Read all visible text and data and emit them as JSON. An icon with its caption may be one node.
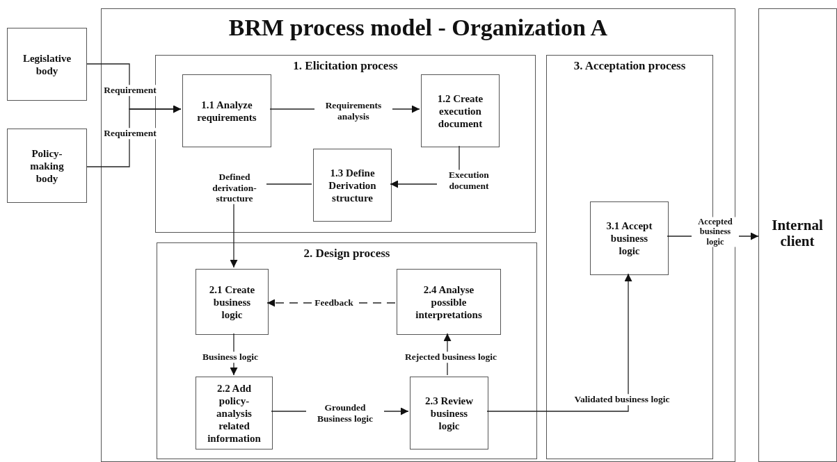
{
  "diagram": {
    "nodes": [
      {
        "text": [
          "Legislative body"
        ]
      },
      {
        "text": [
          "Policy-making body"
        ]
      },
      {
        "text": [
          "BRM process model - Organization A"
        ]
      },
      {
        "text": [
          "1. Elicitation process"
        ],
        "in": 2
      },
      {
        "text": [
          "1.1 Analyze requirements"
        ],
        "in": 3
      },
      {
        "text": [
          "1.2 Create execution document"
        ],
        "in": 3
      },
      {
        "text": [
          "1.3 Define Derivation structure"
        ],
        "in": 3
      },
      {
        "text": [
          "2. Design process"
        ],
        "in": 2
      },
      {
        "text": [
          "2.1 Create business logic"
        ],
        "in": 7
      },
      {
        "text": [
          "2.4 Analyse possible interpretations"
        ],
        "in": 7
      },
      {
        "text": [
          "2.2 Add policy-analysis related information"
        ],
        "in": 7
      },
      {
        "text": [
          "2.3 Review business logic"
        ],
        "in": 7
      },
      {
        "text": [
          "3. Acceptation process"
        ],
        "in": 2
      },
      {
        "text": [
          "3.1 Accept business logic"
        ],
        "in": 12
      },
      {
        "text": [
          "Internal client"
        ]
      }
    ],
    "edges": [
      {
        "from": 0,
        "to": 4,
        "arrow": "to",
        "label": "Requirement"
      },
      {
        "from": 1,
        "to": 4,
        "arrow": "to",
        "label": "Requirement"
      },
      {
        "from": 4,
        "to": 5,
        "arrow": "to",
        "label": "Requirements analysis"
      },
      {
        "from": 5,
        "to": 6,
        "arrow": "to",
        "label": "Execution document"
      },
      {
        "from": 6,
        "to": 8,
        "arrow": "to",
        "label": "Defined derivation-structure"
      },
      {
        "from": 9,
        "to": 8,
        "arrow": "to",
        "label": "Feedback",
        "style": "dashed"
      },
      {
        "from": 8,
        "to": 10,
        "arrow": "to",
        "label": "Business logic"
      },
      {
        "from": 10,
        "to": 11,
        "arrow": "to",
        "label": "Grounded Business logic"
      },
      {
        "from": 11,
        "to": 9,
        "arrow": "to",
        "label": "Rejected business logic"
      },
      {
        "from": 11,
        "to": 13,
        "arrow": "to",
        "label": "Validated business logic"
      },
      {
        "from": 13,
        "to": 14,
        "arrow": "to",
        "label": "Accepted business logic"
      }
    ]
  }
}
